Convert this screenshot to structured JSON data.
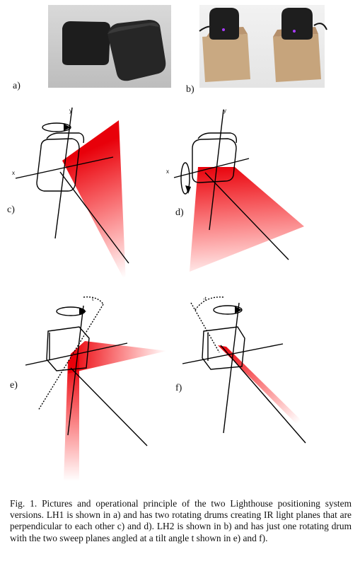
{
  "panels": {
    "a": "a)",
    "b": "b)",
    "c": "c)",
    "d": "d)",
    "e": "e)",
    "f": "f)"
  },
  "axes": {
    "x": "x",
    "y": "y"
  },
  "tilt": {
    "positive": "t",
    "negative": "-t"
  },
  "caption": "Fig. 1.   Pictures and operational principle of the two Lighthouse positioning system versions. LH1 is shown in a) and has two rotating drums creating IR light planes that are perpendicular to each other c) and d). LH2 is shown in b) and has just one rotating drum with the two sweep planes angled at a tilt angle t shown in e) and f)."
}
